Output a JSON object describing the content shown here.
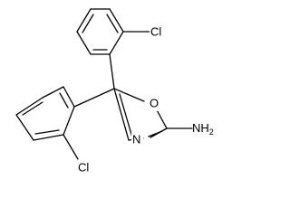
{
  "labels": {
    "cl_top": "Cl",
    "cl_bottom": "Cl",
    "oxygen": "O",
    "nitrogen": "N",
    "amine_main": "NH",
    "amine_subscript": "2"
  }
}
